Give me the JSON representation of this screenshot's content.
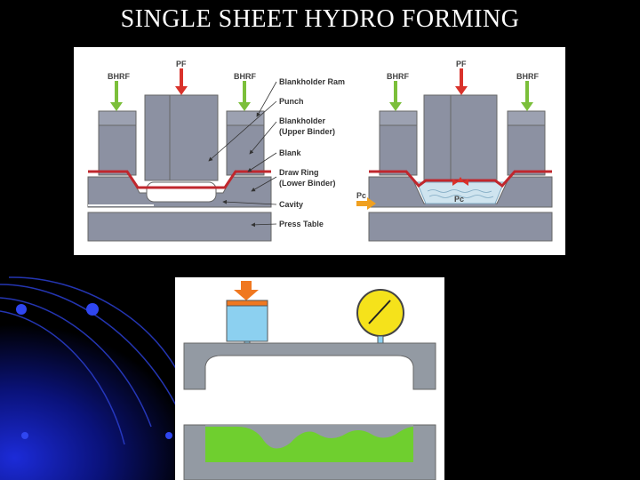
{
  "slide": {
    "title": "SINGLE SHEET HYDRO FORMING"
  },
  "diagram_left": {
    "force_labels": {
      "bhrf_left": "BHRF",
      "pf": "PF",
      "bhrf_right": "BHRF"
    },
    "callouts": [
      "Blankholder Ram",
      "Punch",
      "Blankholder",
      "(Upper Binder)",
      "Blank",
      "Draw Ring",
      "(Lower Binder)",
      "Cavity",
      "Press Table"
    ]
  },
  "diagram_right": {
    "force_labels": {
      "bhrf_left": "BHRF",
      "pf": "PF",
      "bhrf_right": "BHRF",
      "pc_arrow": "Pc",
      "pc_cavity": "Pc"
    }
  },
  "colors": {
    "background": "#000000",
    "steel": "#8c91a2",
    "blank": "#c0272d",
    "force_green": "#7bbf3a",
    "force_red": "#d9322b",
    "fluid_blue": "#cfe4ef",
    "gauge_yellow": "#f5e21b",
    "green_material": "#6fcf2f",
    "plunger_blue": "#8cd0f0",
    "plunger_arrow": "#f07820"
  }
}
